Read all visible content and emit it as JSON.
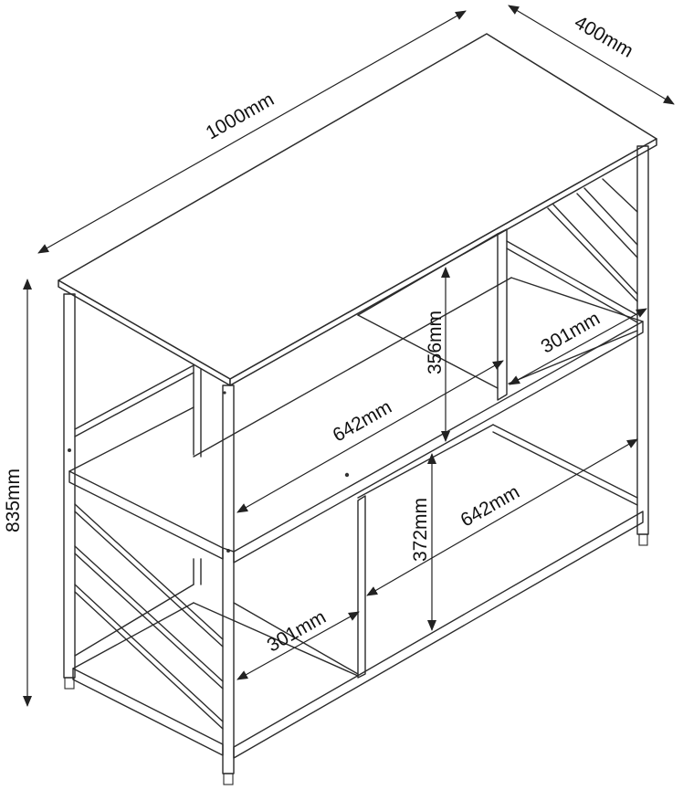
{
  "dimensions": {
    "width": "1000mm",
    "depth": "400mm",
    "height": "835mm",
    "upper_shelf_width": "642mm",
    "upper_shelf_height": "356mm",
    "upper_shelf_depth": "301mm",
    "lower_shelf_width": "642mm",
    "lower_shelf_height": "372mm",
    "lower_shelf_depth": "301mm"
  }
}
